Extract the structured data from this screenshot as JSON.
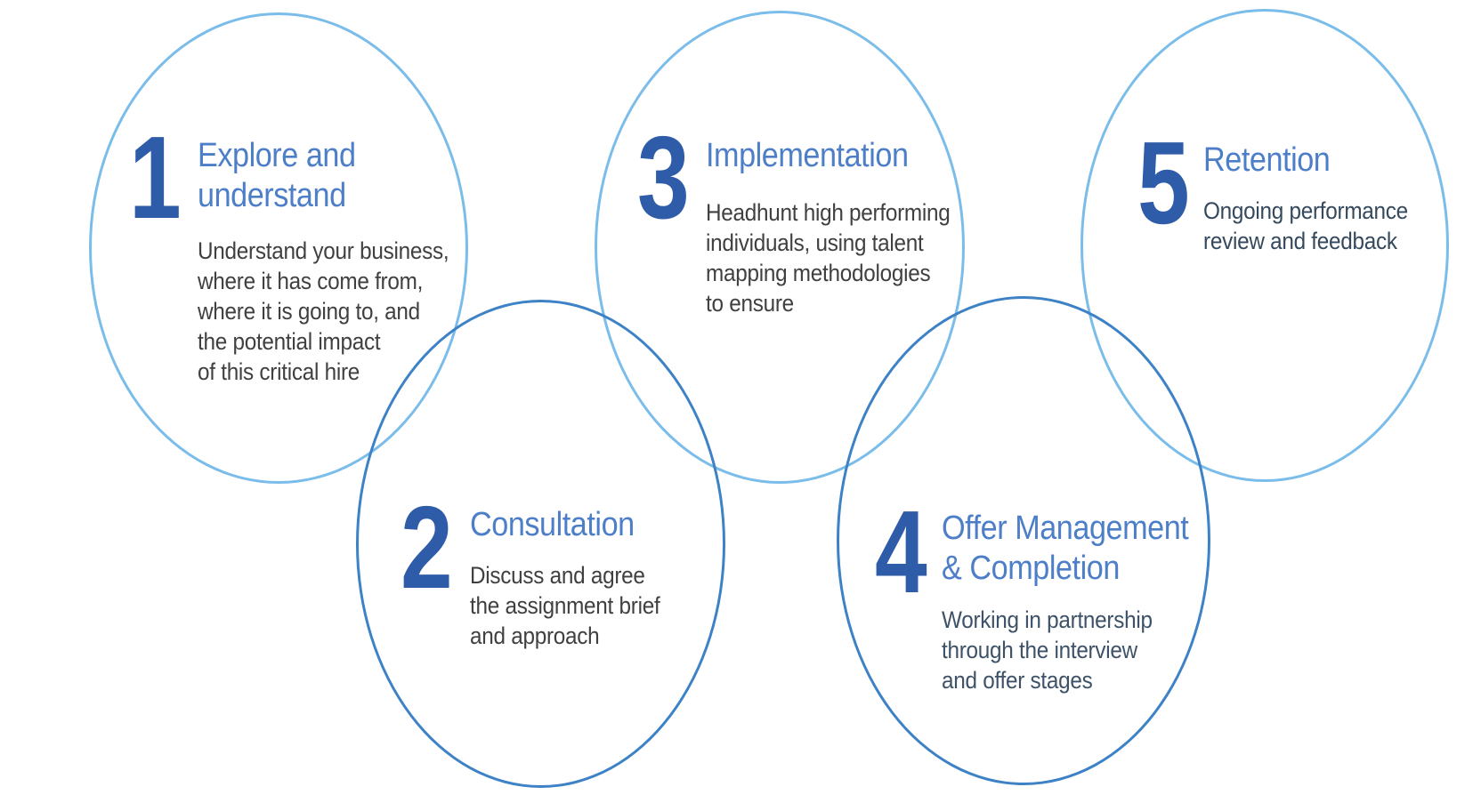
{
  "diagram": {
    "kind": "five-step overlapping-circles process diagram",
    "background": "#ffffff"
  },
  "colors": {
    "ring_light": "#7bbdea",
    "ring_dark": "#3d82c6",
    "step_number": "#2e5ca8",
    "step_title": "#4d7ec8",
    "description_gray": "#404040",
    "description_slate": "#3d5268",
    "description_navy": "#35495e"
  },
  "steps": [
    {
      "number": "1",
      "title": "Explore and\nunderstand",
      "description": "Understand your business,\nwhere it has come from,\nwhere it is going to, and\nthe potential impact\nof this critical hire"
    },
    {
      "number": "2",
      "title": "Consultation",
      "description": "Discuss and agree\nthe assignment brief\nand approach"
    },
    {
      "number": "3",
      "title": "Implementation",
      "description": "Headhunt high performing\nindividuals, using talent\nmapping methodologies\nto ensure"
    },
    {
      "number": "4",
      "title": "Offer Management\n& Completion",
      "description": "Working in partnership\nthrough the interview\nand offer stages"
    },
    {
      "number": "5",
      "title": "Retention",
      "description": "Ongoing performance\nreview and feedback"
    }
  ]
}
